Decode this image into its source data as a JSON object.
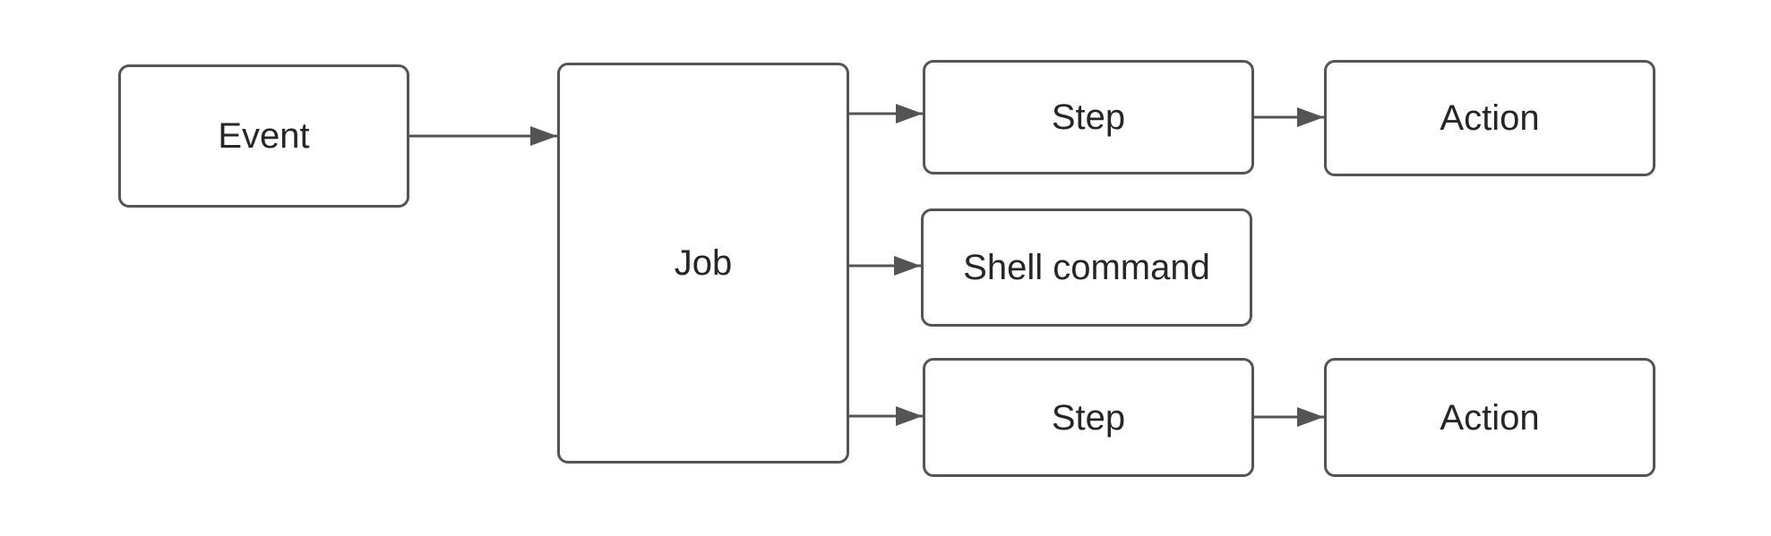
{
  "diagram": {
    "type": "flowchart",
    "nodes": {
      "event": {
        "label": "Event"
      },
      "job": {
        "label": "Job"
      },
      "step_top": {
        "label": "Step"
      },
      "action_top": {
        "label": "Action"
      },
      "shell_command": {
        "label": "Shell command"
      },
      "step_bottom": {
        "label": "Step"
      },
      "action_bottom": {
        "label": "Action"
      }
    },
    "edges": [
      {
        "from": "event",
        "to": "job"
      },
      {
        "from": "job",
        "to": "step_top"
      },
      {
        "from": "job",
        "to": "shell_command"
      },
      {
        "from": "job",
        "to": "step_bottom"
      },
      {
        "from": "step_top",
        "to": "action_top"
      },
      {
        "from": "step_bottom",
        "to": "action_bottom"
      }
    ],
    "colors": {
      "stroke": "#545454",
      "text": "#262626",
      "background": "#ffffff"
    }
  }
}
